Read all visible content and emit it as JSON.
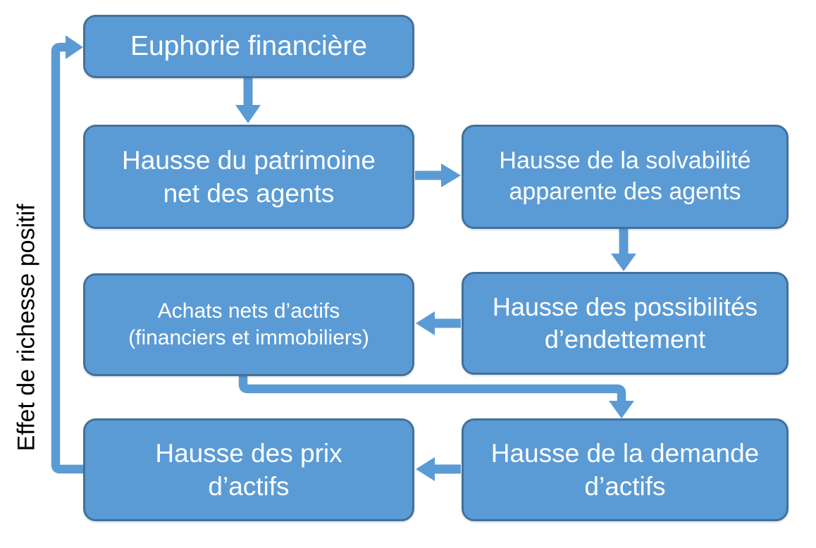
{
  "diagram": {
    "nodes": [
      {
        "id": "euphorie",
        "label": "Euphorie financière"
      },
      {
        "id": "patrimoine",
        "label": "Hausse du patrimoine\nnet des agents"
      },
      {
        "id": "solvabilite",
        "label": "Hausse de la solvabilité\napparente des agents"
      },
      {
        "id": "endettement",
        "label": "Hausse des possibilités\nd’endettement"
      },
      {
        "id": "achats",
        "label": "Achats nets d’actifs\n(financiers et immobiliers)"
      },
      {
        "id": "demande",
        "label": "Hausse de la demande\nd’actifs"
      },
      {
        "id": "prix",
        "label": "Hausse des prix\nd’actifs"
      }
    ],
    "edges": [
      {
        "from": "euphorie",
        "to": "patrimoine"
      },
      {
        "from": "patrimoine",
        "to": "solvabilite"
      },
      {
        "from": "solvabilite",
        "to": "endettement"
      },
      {
        "from": "endettement",
        "to": "achats"
      },
      {
        "from": "achats",
        "to": "demande"
      },
      {
        "from": "demande",
        "to": "prix"
      },
      {
        "from": "prix",
        "to": "euphorie",
        "label": "Effet de richesse positif"
      }
    ],
    "loop_label": "Effet de richesse positif",
    "colors": {
      "node_fill": "#5B9BD5",
      "node_border": "#41719C",
      "arrow": "#5B9BD5",
      "loop_label_text": "#000000",
      "background": "#FFFFFF"
    }
  }
}
